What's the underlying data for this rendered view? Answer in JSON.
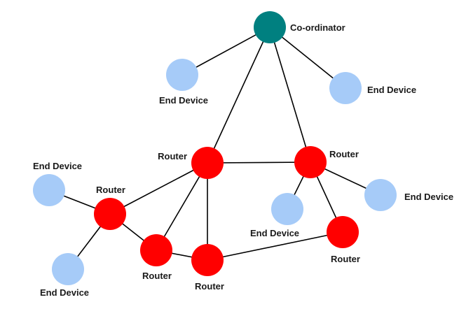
{
  "colors": {
    "coordinator": "#008080",
    "router": "#ff0000",
    "end_device": "#a6cbf8",
    "edge": "#000000"
  },
  "nodes": {
    "coordinator": {
      "label": "Co-ordinator",
      "type": "coordinator"
    },
    "ed_top_left": {
      "label": "End Device",
      "type": "end_device"
    },
    "ed_top_right": {
      "label": "End Device",
      "type": "end_device"
    },
    "router_center": {
      "label": "Router",
      "type": "router"
    },
    "router_right": {
      "label": "Router",
      "type": "router"
    },
    "ed_mid_right": {
      "label": "End Device",
      "type": "end_device"
    },
    "ed_mid_center": {
      "label": "End Device",
      "type": "end_device"
    },
    "router_lower_right": {
      "label": "Router",
      "type": "router"
    },
    "ed_left": {
      "label": "End Device",
      "type": "end_device"
    },
    "router_left": {
      "label": "Router",
      "type": "router"
    },
    "ed_bottom_left": {
      "label": "End Device",
      "type": "end_device"
    },
    "router_bottom_a": {
      "label": "Router",
      "type": "router"
    },
    "router_bottom_b": {
      "label": "Router",
      "type": "router"
    }
  },
  "edges": [
    [
      "coordinator",
      "ed_top_left"
    ],
    [
      "coordinator",
      "ed_top_right"
    ],
    [
      "coordinator",
      "router_center"
    ],
    [
      "coordinator",
      "router_right"
    ],
    [
      "router_center",
      "router_right"
    ],
    [
      "router_center",
      "router_left"
    ],
    [
      "router_center",
      "router_bottom_a"
    ],
    [
      "router_center",
      "router_bottom_b"
    ],
    [
      "router_right",
      "ed_mid_right"
    ],
    [
      "router_right",
      "ed_mid_center"
    ],
    [
      "router_right",
      "router_lower_right"
    ],
    [
      "router_lower_right",
      "router_bottom_b"
    ],
    [
      "router_left",
      "ed_left"
    ],
    [
      "router_left",
      "ed_bottom_left"
    ],
    [
      "router_left",
      "router_bottom_a"
    ],
    [
      "router_bottom_a",
      "router_bottom_b"
    ]
  ]
}
